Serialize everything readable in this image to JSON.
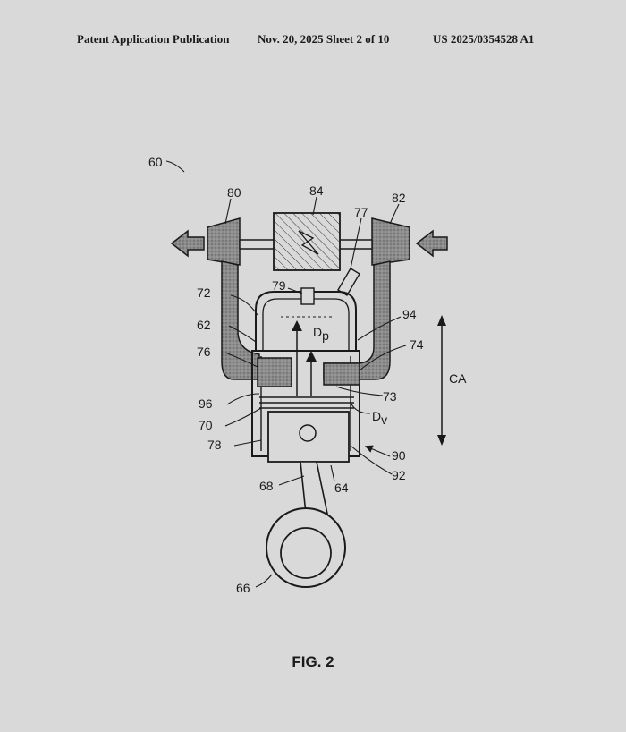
{
  "header": {
    "publication": "Patent Application Publication",
    "date_sheet": "Nov. 20, 2025  Sheet 2 of 10",
    "number": "US 2025/0354528 A1"
  },
  "figure": {
    "caption": "FIG. 2",
    "labels": {
      "l60": "60",
      "l80": "80",
      "l84": "84",
      "l82": "82",
      "l77": "77",
      "l72": "72",
      "l79": "79",
      "l94": "94",
      "l62": "62",
      "l74": "74",
      "l76": "76",
      "l73": "73",
      "l96": "96",
      "l70": "70",
      "l78": "78",
      "l90": "90",
      "l92": "92",
      "l68": "68",
      "l64": "64",
      "l66": "66",
      "dp_main": "D",
      "dp_sub": "p",
      "dv_main": "D",
      "dv_sub": "v",
      "ca": "CA"
    }
  }
}
